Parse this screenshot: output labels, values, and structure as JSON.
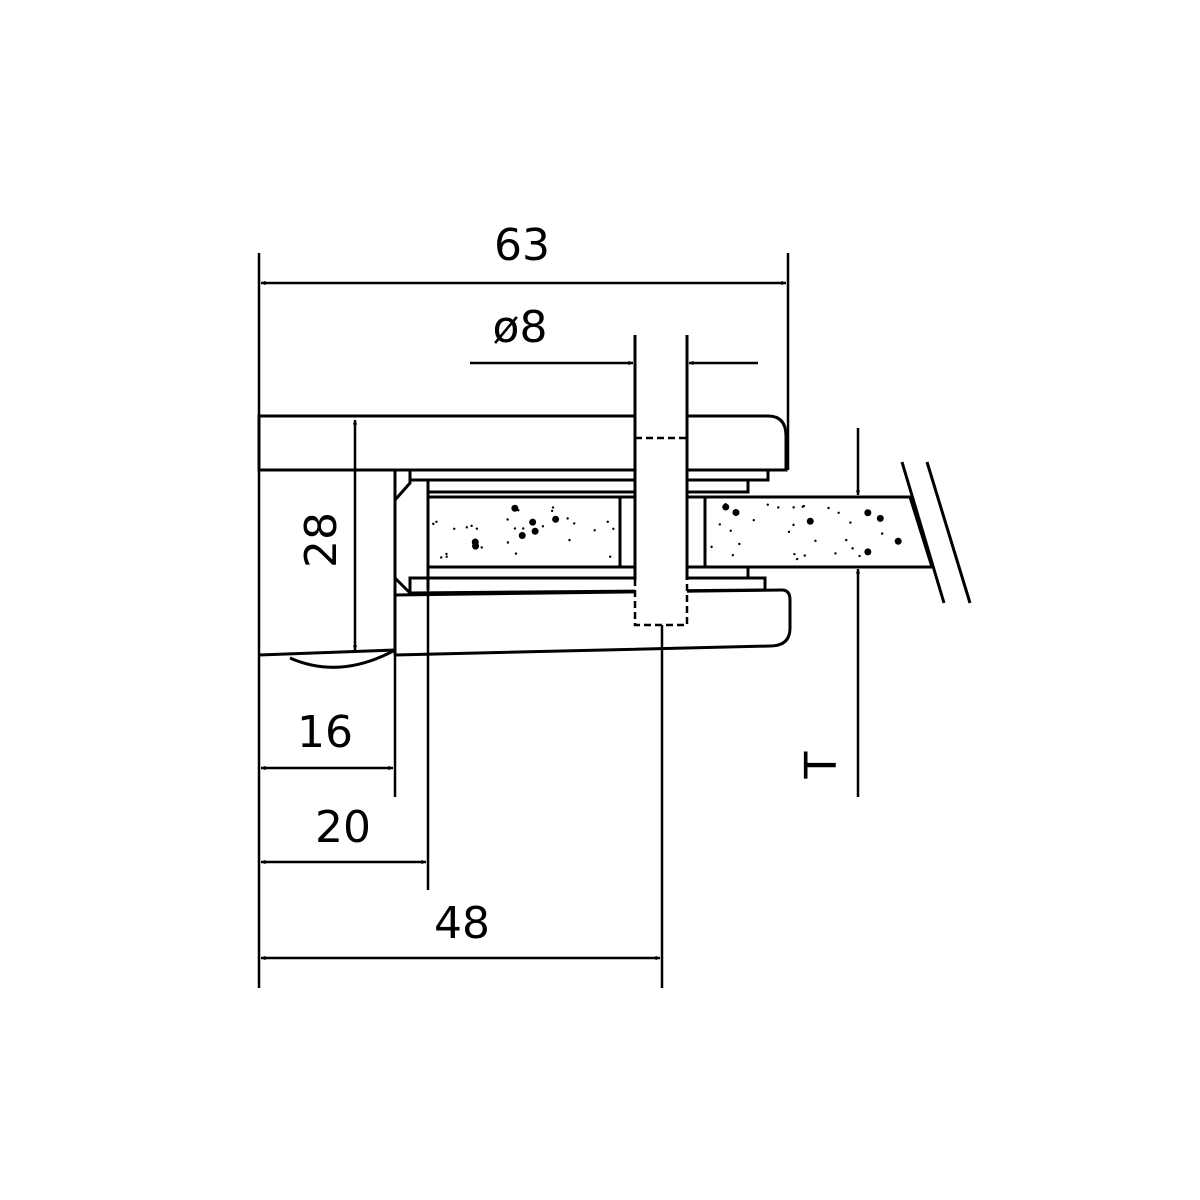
{
  "dimensions": {
    "width_total": "63",
    "bolt_diameter": "ø8",
    "height": "28",
    "depth_16": "16",
    "depth_20": "20",
    "bolt_position": "48",
    "glass_thickness": "T"
  },
  "colors": {
    "line": "#000000",
    "background": "#ffffff"
  }
}
